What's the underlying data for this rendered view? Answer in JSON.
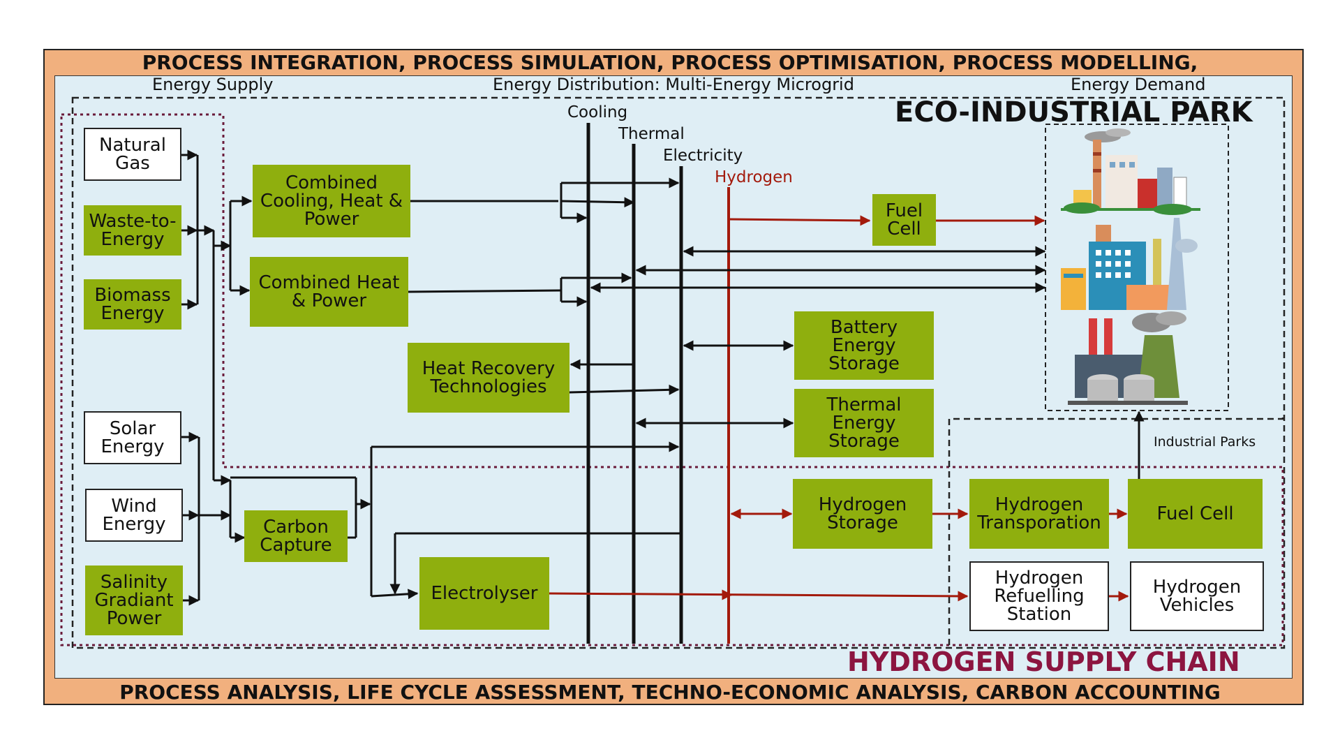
{
  "colors": {
    "outer_frame": "#f1b07e",
    "inner_panel": "#dfeef5",
    "box_green": "#8faf0e",
    "hydrogen_line": "#a31a0c",
    "hydrogen_chain_title": "#8c1540"
  },
  "banners": {
    "top": "PROCESS INTEGRATION, PROCESS SIMULATION, PROCESS OPTIMISATION, PROCESS MODELLING,",
    "bottom": "PROCESS ANALYSIS, LIFE CYCLE ASSESSMENT, TECHNO-ECONOMIC ANALYSIS, CARBON ACCOUNTING"
  },
  "sections": {
    "energy_supply": "Energy Supply",
    "energy_distribution": "Energy Distribution: Multi-Energy Microgrid",
    "energy_demand": "Energy Demand",
    "eco_industrial_park": "ECO-INDUSTRIAL PARK",
    "hydrogen_supply_chain": "HYDROGEN SUPPLY CHAIN",
    "industrial_parks": "Industrial Parks"
  },
  "buses": {
    "cooling": "Cooling",
    "thermal": "Thermal",
    "electricity": "Electricity",
    "hydrogen": "Hydrogen"
  },
  "sources": {
    "natural_gas": "Natural\nGas",
    "waste_to_energy": "Waste-to-\nEnergy",
    "biomass": "Biomass\nEnergy",
    "solar": "Solar\nEnergy",
    "wind": "Wind\nEnergy",
    "salinity": "Salinity\nGradiant\nPower"
  },
  "technologies": {
    "ccchp": "Combined\nCooling, Heat &\nPower",
    "chp": "Combined  Heat\n& Power",
    "heat_recovery": "Heat Recovery\nTechnologies",
    "carbon_capture": "Carbon\nCapture",
    "electrolyser": "Electrolyser",
    "fuel_cell_park": "Fuel\nCell",
    "battery_storage": "Battery\nEnergy\nStorage",
    "thermal_storage": "Thermal\nEnergy\nStorage",
    "hydrogen_storage": "Hydrogen\nStorage",
    "hydrogen_transport": "Hydrogen\nTransporation",
    "fuel_cell_chain": "Fuel Cell",
    "refuelling_station": "Hydrogen\nRefuelling\nStation",
    "vehicles": "Hydrogen\nVehicles"
  },
  "icons": [
    "factory-icon",
    "industrial-plant-icon",
    "power-plant-icon"
  ]
}
